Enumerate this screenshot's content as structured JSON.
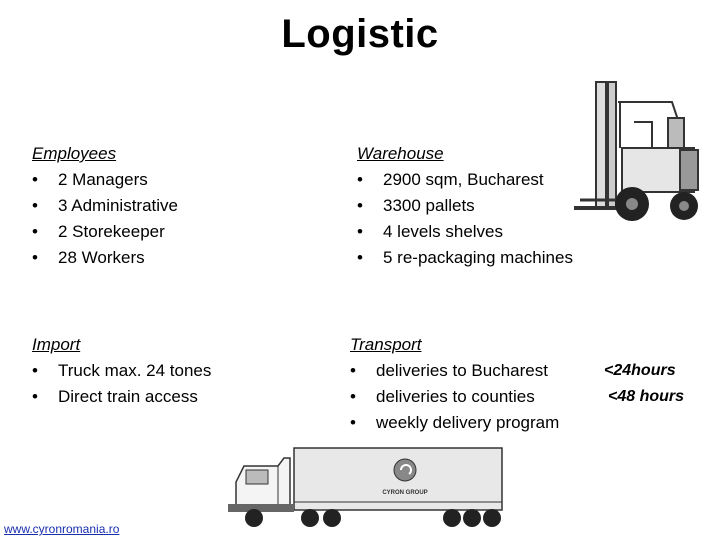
{
  "title": "Logistic",
  "employees": {
    "heading": "Employees",
    "items": [
      "2 Managers",
      "3 Administrative",
      "2 Storekeeper",
      "28 Workers"
    ]
  },
  "warehouse": {
    "heading": "Warehouse",
    "items": [
      "2900 sqm, Bucharest",
      "3300 pallets",
      "4 levels shelves",
      "5 re-packaging machines"
    ]
  },
  "import": {
    "heading": "Import",
    "items": [
      "Truck max. 24 tones",
      "Direct train access"
    ]
  },
  "transport": {
    "heading": "Transport",
    "items": [
      "deliveries to Bucharest",
      "deliveries to counties",
      "weekly delivery program"
    ],
    "times": [
      "<24hours",
      "<48 hours"
    ]
  },
  "truck_logo_text": "CYRON GROUP",
  "footer": {
    "link": "www.cyronromania.ro"
  },
  "bullet": "•"
}
